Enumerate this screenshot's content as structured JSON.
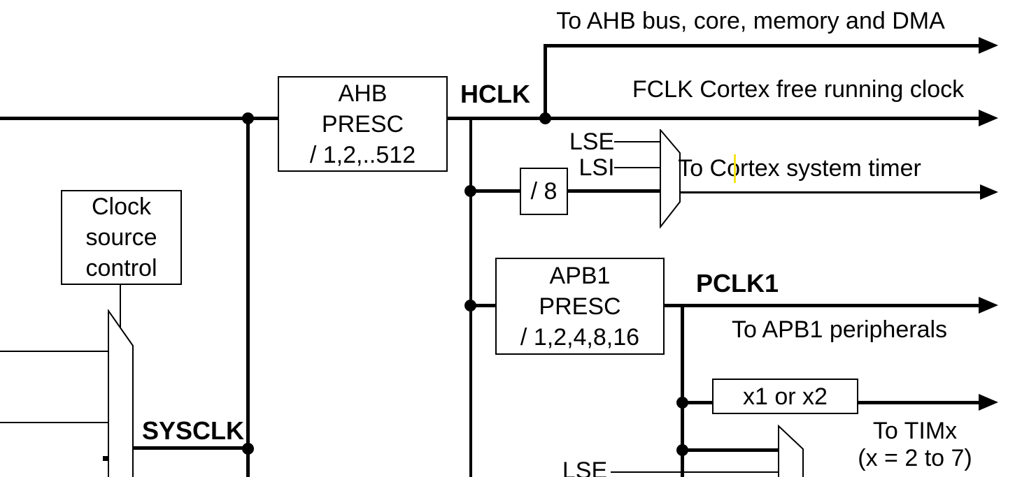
{
  "diagram": {
    "title_hint": "MCU clock tree (AHB/APB prescalers) diagram fragment",
    "colors": {
      "line": "#000000",
      "background": "#ffffff",
      "caret_artifact": "#f7e31b"
    },
    "labels": {
      "to_ahb_bus": "To AHB bus, core, memory and DMA",
      "fclk": "FCLK Cortex free running clock",
      "hclk": "HCLK",
      "lse_top": "LSE",
      "lsi_top": "LSI",
      "to_cortex_timer": "To Cortex system timer",
      "pclk1": "PCLK1",
      "to_apb1": "To APB1 peripherals",
      "to_timx_1": "To TIMx",
      "to_timx_2": "(x = 2 to 7)",
      "sysclk": "SYSCLK",
      "lse_bottom": "LSE"
    },
    "boxes": {
      "ahb_presc": [
        "AHB",
        "PRESC",
        "/ 1,2,..512"
      ],
      "div8": "/ 8",
      "apb1_presc": [
        "APB1",
        "PRESC",
        "/ 1,2,4,8,16"
      ],
      "multiplier": "x1 or x2",
      "clock_source": [
        "Clock",
        "source",
        "control"
      ]
    },
    "icons": {
      "mux_top": "multiplexer-trapezoid",
      "mux_left": "multiplexer-trapezoid",
      "mux_timx": "multiplexer-trapezoid",
      "arrows": "east-arrowhead"
    }
  }
}
